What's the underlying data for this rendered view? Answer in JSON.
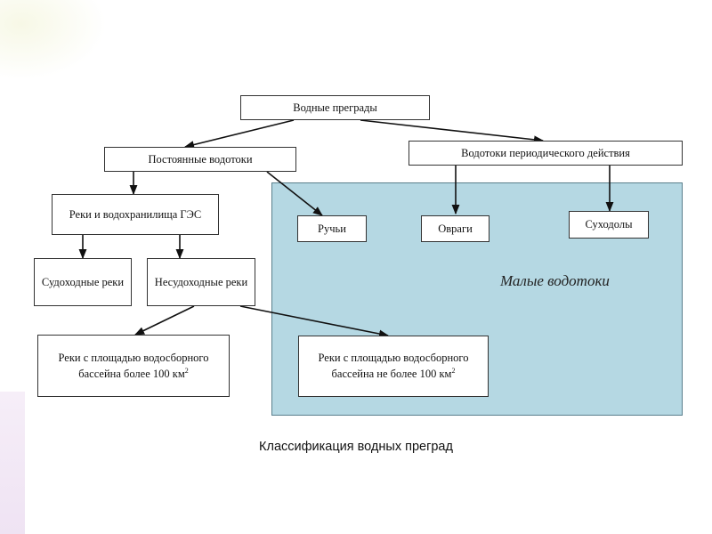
{
  "diagram": {
    "region_label": "Малые водотоки",
    "nodes": {
      "root": "Водные преграды",
      "permanent": "Постоянные водотоки",
      "periodic": "Водотоки периодического действия",
      "reservoirs": "Реки и водохранилища ГЭС",
      "streams": "Ручьи",
      "ravines": "Овраги",
      "dry_valleys": "Суходолы",
      "navigable": "Судоходные реки",
      "non_navigable": "Несудоходные реки",
      "basin_over": "Реки с площадью водосборного бассейна более 100 км",
      "basin_under": "Реки с площадью водосборного бассейна не более  100 км",
      "unit_power": "2"
    }
  },
  "caption": "Классификация водных преград"
}
